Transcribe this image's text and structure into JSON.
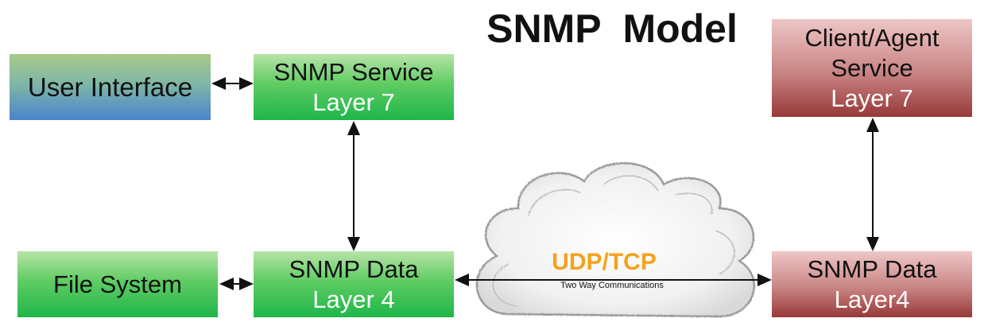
{
  "title": "SNMP  Model",
  "nodes": {
    "user_interface": {
      "line1": "User Interface"
    },
    "snmp_service": {
      "line1": "SNMP Service",
      "line2": "Layer 7"
    },
    "file_system": {
      "line1": "File System"
    },
    "snmp_data_left": {
      "line1": "SNMP Data",
      "line2": "Layer 4"
    },
    "client_agent": {
      "line1": "Client/Agent",
      "line2": "Service",
      "line3": "Layer 7"
    },
    "snmp_data_right": {
      "line1": "SNMP Data",
      "line2": "Layer4"
    }
  },
  "cloud": {
    "protocol": "UDP/TCP",
    "subtitle": "Two Way Communications"
  },
  "colors": {
    "green": "#1fb64a",
    "blue": "#4a84cc",
    "red": "#983838",
    "protocol_text": "#f5a21b"
  }
}
